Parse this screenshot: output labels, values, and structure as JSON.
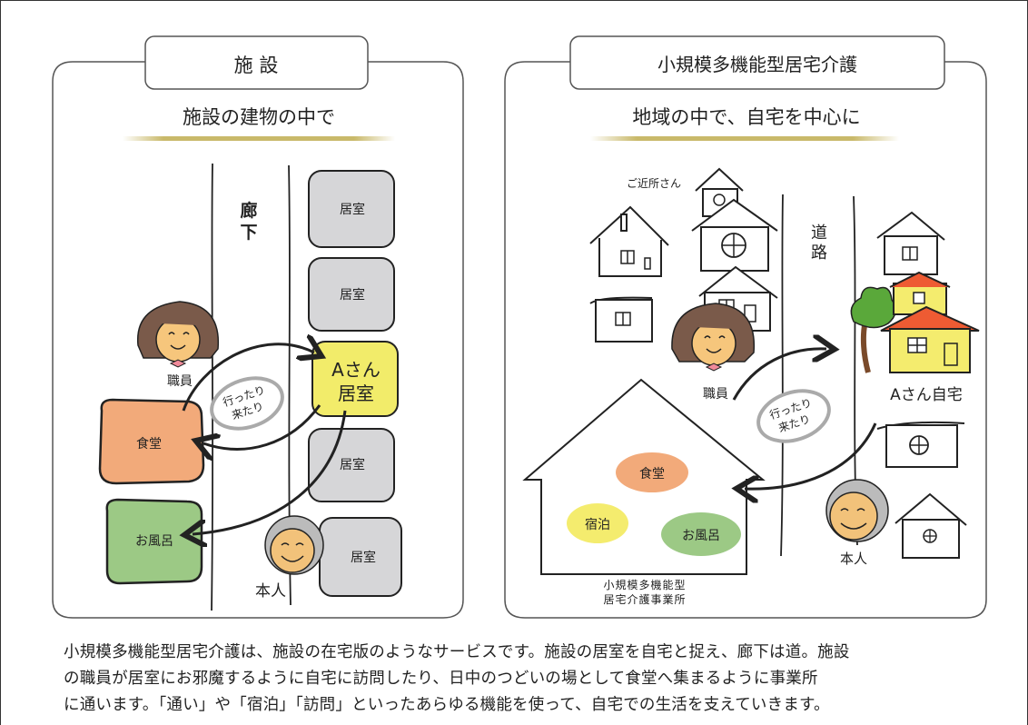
{
  "left_panel": {
    "title": "施 設",
    "subtitle": "施設の建物の中で",
    "corridor_label": "廊\n下",
    "rooms": [
      "居室",
      "居室",
      "居室",
      "居室"
    ],
    "a_room_label_1": "Aさん",
    "a_room_label_2": "居室",
    "dining_label": "食堂",
    "bath_label": "お風呂",
    "staff_label": "職員",
    "person_label": "本人",
    "back_forth_label_1": "行ったり",
    "back_forth_label_2": "来たり"
  },
  "right_panel": {
    "title": "小規模多機能型居宅介護",
    "subtitle": "地域の中で、自宅を中心に",
    "neighbors_label": "ご近所さん",
    "road_label": "道\n路",
    "home_label": "Aさん自宅",
    "staff_label": "職員",
    "person_label": "本人",
    "back_forth_label_1": "行ったり",
    "back_forth_label_2": "来たり",
    "dining_label": "食堂",
    "stay_label": "宿泊",
    "bath_label": "お風呂",
    "facility_label_1": "小規模多機能型",
    "facility_label_2": "居宅介護事業所"
  },
  "caption": {
    "line1": "小規模多機能型居宅介護は、施設の在宅版のようなサービスです。施設の居室を自宅と捉え、廊下は道。施設",
    "line2": "の職員が居室にお邪魔するように自宅に訪問したり、日中のつどいの場として食堂へ集まるように事業所",
    "line3": "に通います。「通い」や「宿泊」「訪問」といったあらゆる機能を使って、自宅での生活を支えていきます。"
  },
  "colors": {
    "room_gray": "#d6d6d8",
    "a_room_yellow": "#f2ec6a",
    "dining_orange": "#f2aa7a",
    "bath_green": "#9cc985",
    "home_yellow": "#f4ec6e",
    "home_roof_red": "#ee5b33",
    "tree_green": "#5aa83a",
    "underline_gold": "#c9b96a"
  }
}
